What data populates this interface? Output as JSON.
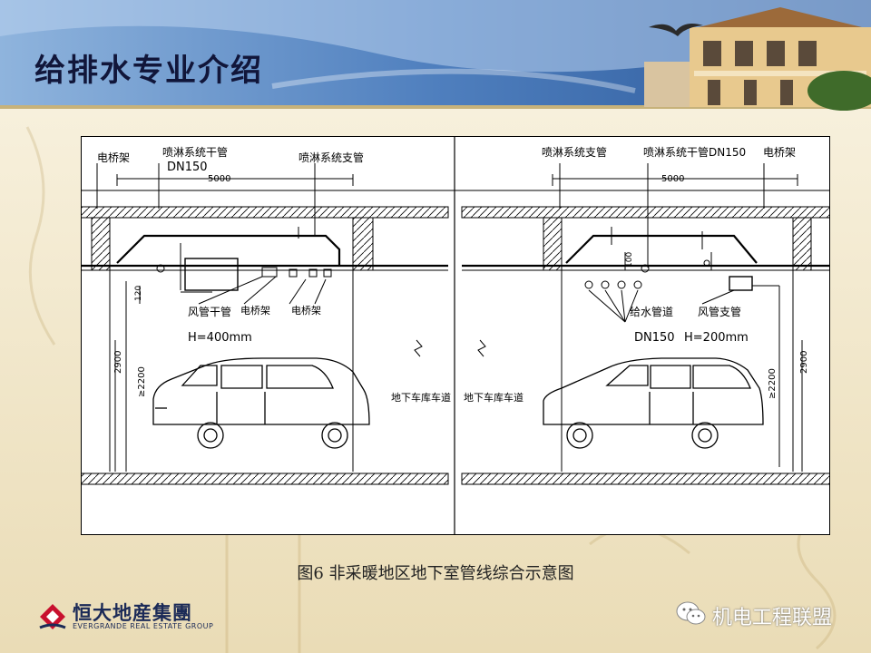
{
  "slide": {
    "title": "给排水专业介绍",
    "caption": "图6 非采暖地区地下室管线综合示意图"
  },
  "brand": {
    "logo_cn": "恒大地産集團",
    "logo_en": "EVERGRANDE REAL ESTATE GROUP",
    "watermark": "机电工程联盟",
    "watermark_icon": "wechat-icon",
    "accent_colors": {
      "header_blue": "#2f5d98",
      "title_navy": "#11163a",
      "logo_red": "#c8102e"
    }
  },
  "diagram": {
    "left": {
      "label_cable_tray_top": "电桥架",
      "label_sprinkler_main": "喷淋系统干管",
      "label_sprinkler_main_size": "DN150",
      "label_sprinkler_branch": "喷淋系统支管",
      "dim_span": "5000",
      "dim_120": "120",
      "dim_2900": "2900",
      "dim_2200": "≥2200",
      "label_duct_main": "风管干管",
      "label_duct_height": "H=400mm",
      "label_cable_tray_1": "电桥架",
      "label_cable_tray_2": "电桥架",
      "label_lane": "地下车库车道"
    },
    "right": {
      "label_sprinkler_branch": "喷淋系统支管",
      "label_sprinkler_main": "喷淋系统干管DN150",
      "label_cable_tray_top": "电桥架",
      "dim_span": "5000",
      "dim_100": "100",
      "dim_2900": "2900",
      "dim_2200": "≥2200",
      "label_water_pipe": "给水管道",
      "label_water_pipe_size": "DN150",
      "label_duct_branch": "风管支管",
      "label_duct_height": "H=200mm",
      "label_lane": "地下车库车道"
    }
  }
}
